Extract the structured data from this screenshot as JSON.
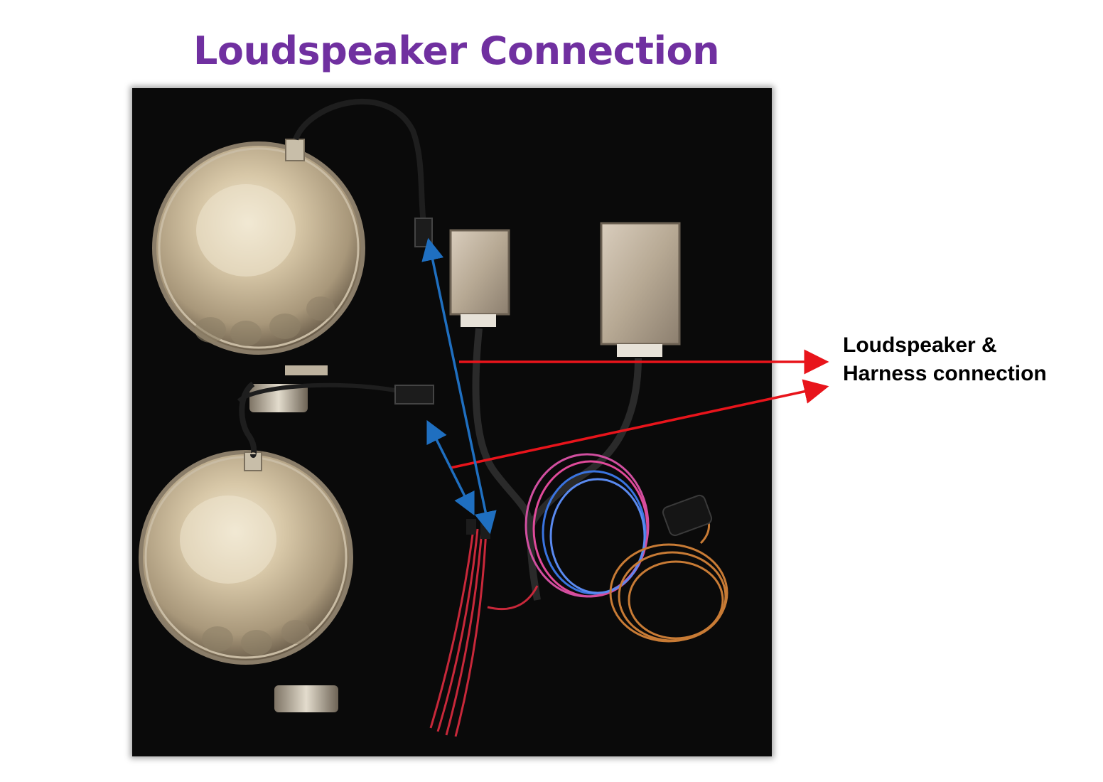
{
  "title": "Loudspeaker Connection",
  "callout": {
    "line1": "Loudspeaker &",
    "line2": "Harness connection"
  },
  "colors": {
    "title": "#7030A0",
    "red_arrow": "#E8141B",
    "blue_arrow": "#1F6FC0",
    "photo_background": "#0a0a0a"
  }
}
